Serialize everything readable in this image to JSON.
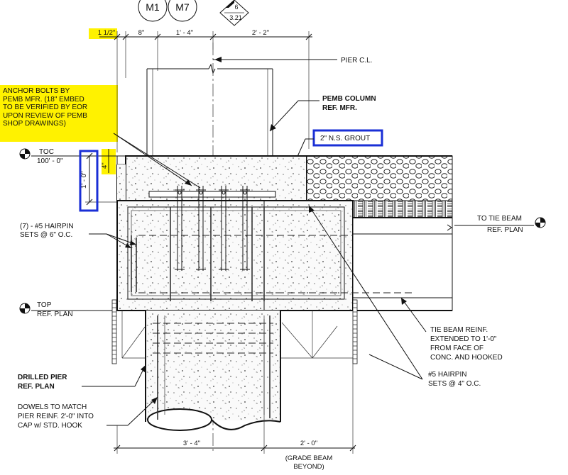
{
  "headers": {
    "m1": "M1",
    "m7": "M7",
    "section_top": "6",
    "section_bottom": "3.21"
  },
  "dims_top": {
    "d1": "1 1/2\"",
    "d2": "8\"",
    "d3": "1' - 4\"",
    "d4": "2' - 2\""
  },
  "dims_side": {
    "height": "1' - 0\"",
    "grout": "4\""
  },
  "dims_bottom": {
    "d1": "3' - 4\"",
    "d2": "2' - 0\"",
    "note_line1": "(GRADE BEAM",
    "note_line2": "BEYOND)"
  },
  "labels": {
    "pier_cl": "PIER C.L.",
    "pemb_column": [
      "PEMB COLUMN",
      "REF. MFR."
    ],
    "grout": "2\" N.S. GROUT",
    "anchor_bolts": [
      "ANCHOR BOLTS BY",
      "PEMB MFR. (18\" EMBED",
      "TO BE VERIFIED BY EOR",
      "UPON REVIEW OF PEMB",
      "SHOP DRAWINGS)"
    ],
    "toc": [
      "TOC",
      "100' - 0\""
    ],
    "hairpin_7": [
      "(7) - #5 HAIRPIN",
      "SETS @ 6\" O.C."
    ],
    "tie_beam": [
      "TO TIE BEAM",
      "REF. PLAN"
    ],
    "top": [
      "TOP",
      "REF. PLAN"
    ],
    "tie_beam_reinf": [
      "TIE BEAM REINF.",
      "EXTENDED TO 1'-0\"",
      "FROM FACE OF",
      "CONC. AND HOOKED"
    ],
    "drilled_pier": [
      "DRILLED PIER",
      "REF. PLAN"
    ],
    "hairpin_5": [
      "#5 HAIRPIN",
      "SETS @ 4\" O.C."
    ],
    "dowels": [
      "DOWELS TO MATCH",
      "PIER REINF. 2'-0\" INTO",
      "CAP w/ STD. HOOK"
    ]
  },
  "colors": {
    "highlight": "#fff200",
    "markup_blue": "#1a2fd6",
    "line": "#111111"
  }
}
